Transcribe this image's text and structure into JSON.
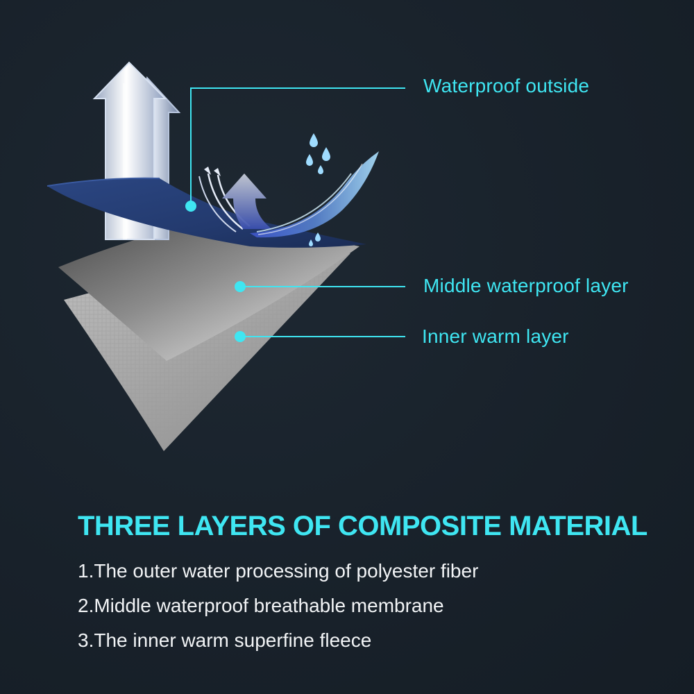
{
  "callouts": {
    "outside": "Waterproof outside",
    "middle": "Middle waterproof layer",
    "inner": "Inner warm layer"
  },
  "heading": "THREE LAYERS OF COMPOSITE MATERIAL",
  "features": [
    "1.The outer water processing of polyester fiber",
    "2.Middle waterproof breathable membrane",
    "3.The inner warm superfine fleece"
  ],
  "colors": {
    "background": "#19222b",
    "accent": "#3fe6f2",
    "outer_layer": "#233a6e",
    "body_text": "#f2f4f6"
  },
  "icons": [
    "up-arrow-icon",
    "breathable-arrow-icon",
    "water-drop-icon",
    "wave-icon"
  ]
}
